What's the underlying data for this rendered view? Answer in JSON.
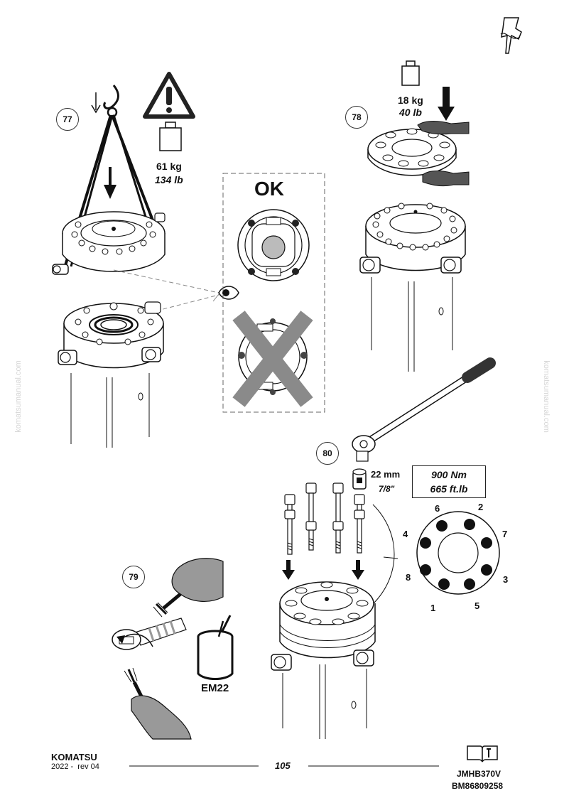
{
  "steps": {
    "s77": {
      "number": "77",
      "weight_kg": "61 kg",
      "weight_lb": "134 lb"
    },
    "s78": {
      "number": "78",
      "weight_kg": "18 kg",
      "weight_lb": "40 lb"
    },
    "s79": {
      "number": "79",
      "product": "EM22"
    },
    "s80": {
      "number": "80",
      "wrench_mm": "22 mm",
      "wrench_in": "7/8\"",
      "torque_nm": "900 Nm",
      "torque_ftlb": "665 ft.lb"
    }
  },
  "inspection": {
    "ok_label": "OK"
  },
  "bolt_sequence": [
    "1",
    "2",
    "3",
    "4",
    "5",
    "6",
    "7",
    "8"
  ],
  "watermark": "komatsumanual.com",
  "footer": {
    "brand": "KOMATSU",
    "year_rev": "2022 -  rev 04",
    "page": "105",
    "doc_code1": "JMHB370V",
    "doc_code2": "BM86809258"
  }
}
